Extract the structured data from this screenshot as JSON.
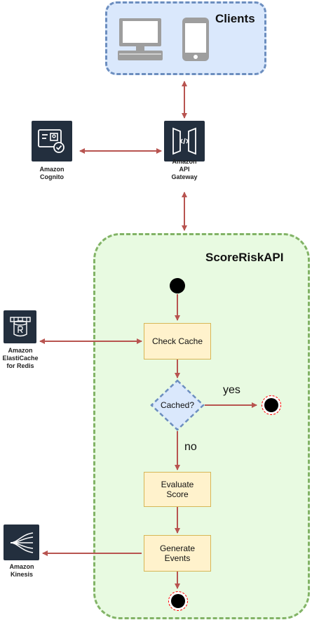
{
  "groups": {
    "clients": {
      "title": "Clients"
    },
    "score_risk_api": {
      "title": "ScoreRiskAPI"
    }
  },
  "services": {
    "cognito": {
      "label": "Amazon\nCognito",
      "icon": "cognito-icon"
    },
    "api_gateway": {
      "label": "Amazon\nAPI\nGateway",
      "icon": "api-gateway-icon"
    },
    "elasticache": {
      "label": "Amazon\nElastiCache\nfor Redis",
      "icon": "elasticache-icon"
    },
    "kinesis": {
      "label": "Amazon\nKinesis",
      "icon": "kinesis-icon"
    }
  },
  "flow": {
    "check_cache": "Check Cache",
    "cached_decision": "Cached?",
    "evaluate_score": "Evaluate\nScore",
    "generate_events": "Generate\nEvents",
    "yes_label": "yes",
    "no_label": "no"
  },
  "colors": {
    "arrow": "#b85450",
    "clients_fill": "#dae8fc",
    "clients_border": "#6c8ebf",
    "api_fill": "#e8fae1",
    "api_border": "#82b366",
    "step_fill": "#fff2cc",
    "step_border": "#d6b656",
    "aws_icon_bg": "#232f3e"
  }
}
